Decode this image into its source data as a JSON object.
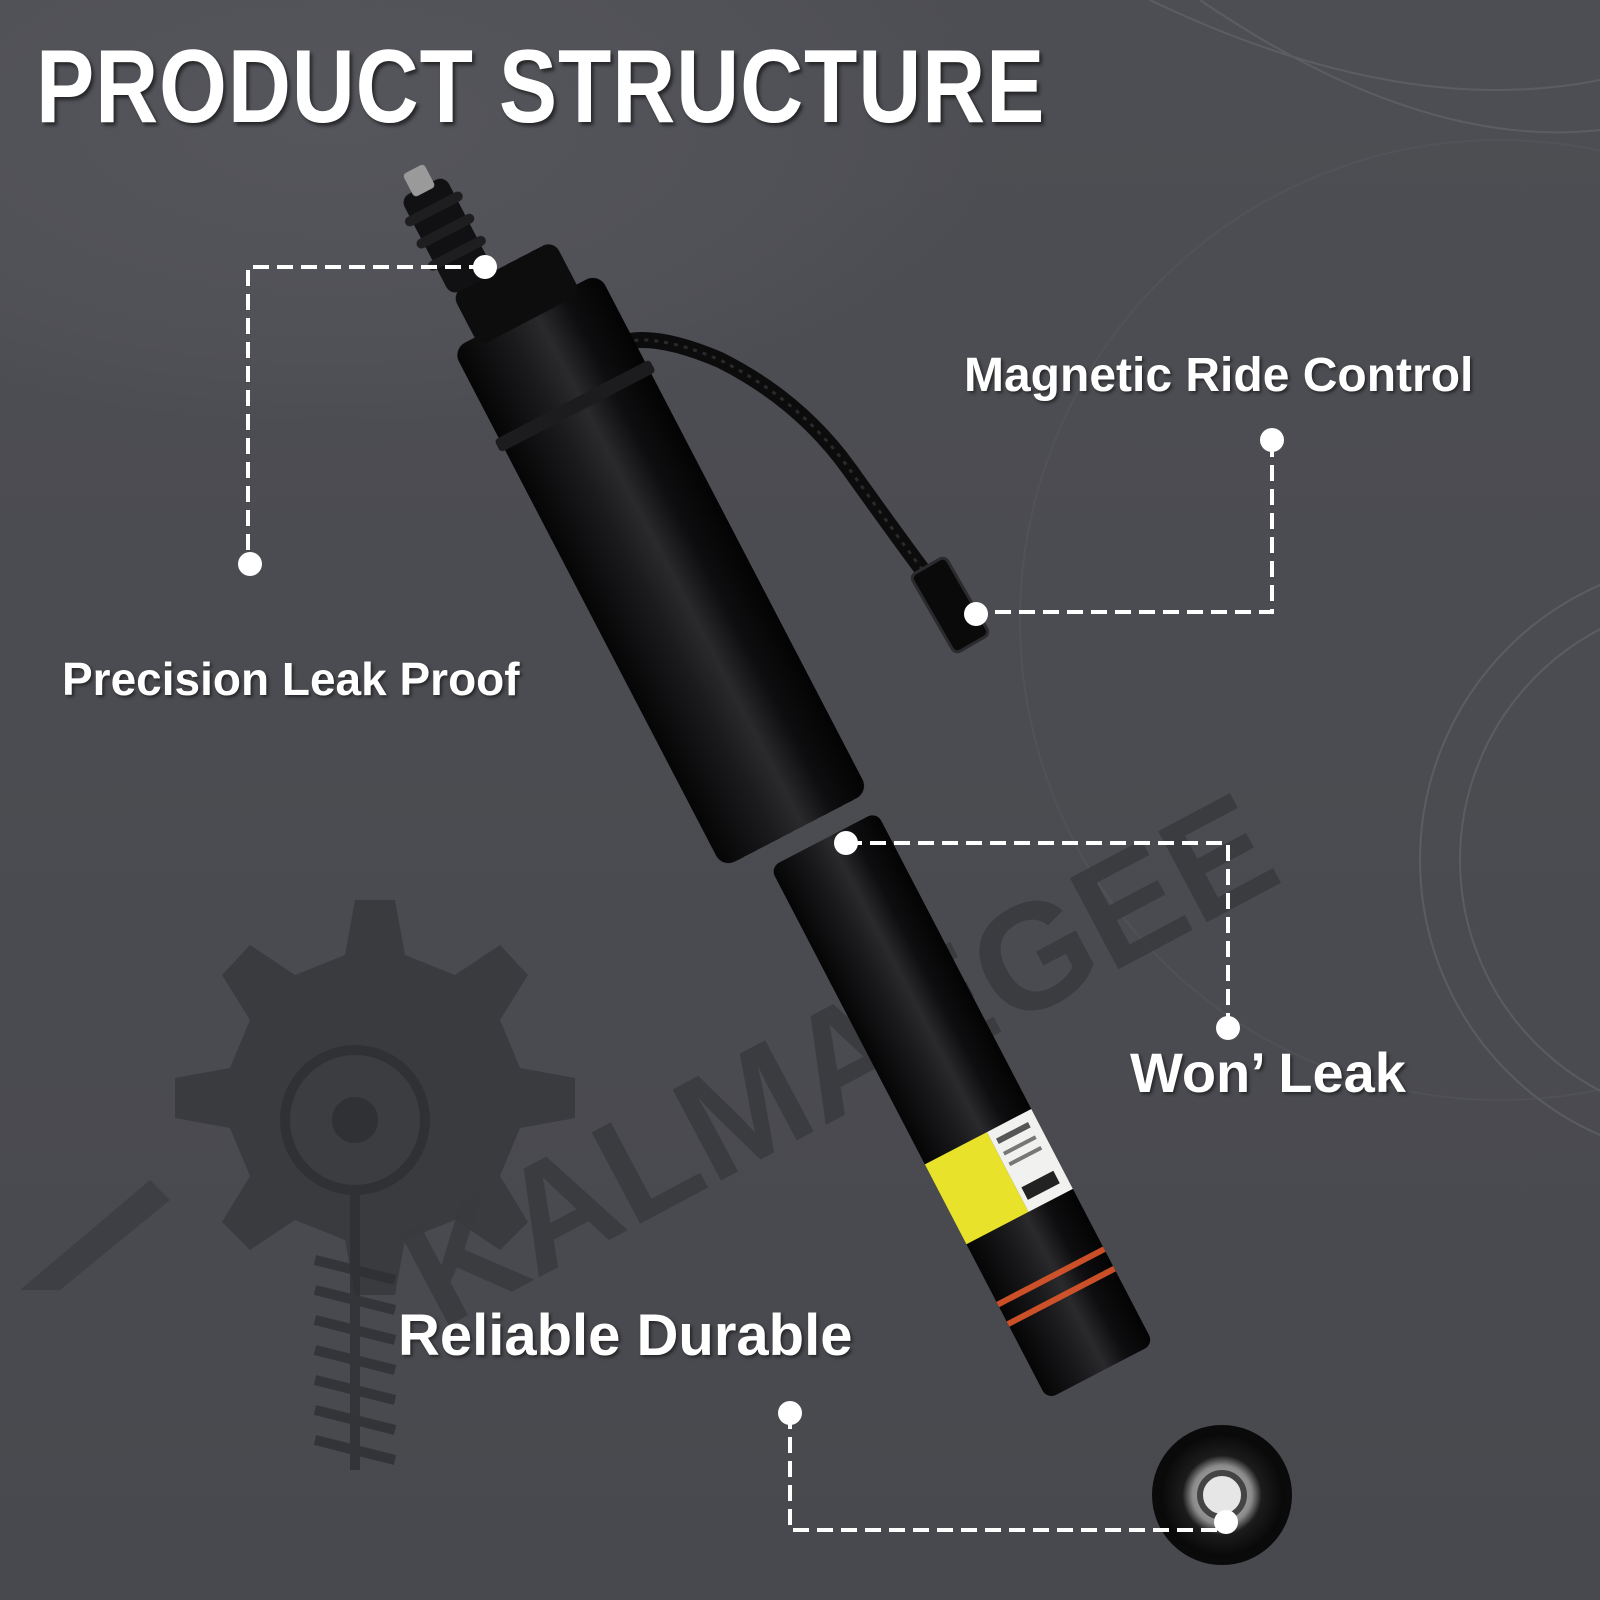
{
  "title": "PRODUCT STRUCTURE",
  "features": {
    "magnetic": "Magnetic Ride Control",
    "precision": "Precision Leak Proof",
    "leak": "Won’   Leak",
    "reliable": "Reliable Durable"
  },
  "watermark": {
    "brand": "KALMAEGEE"
  },
  "colors": {
    "background": "#4a4b50",
    "text": "#ffffff",
    "shock_body": "#0b0b0c",
    "label_yellow": "#e9e22a",
    "stripe_orange": "#e0572a"
  }
}
